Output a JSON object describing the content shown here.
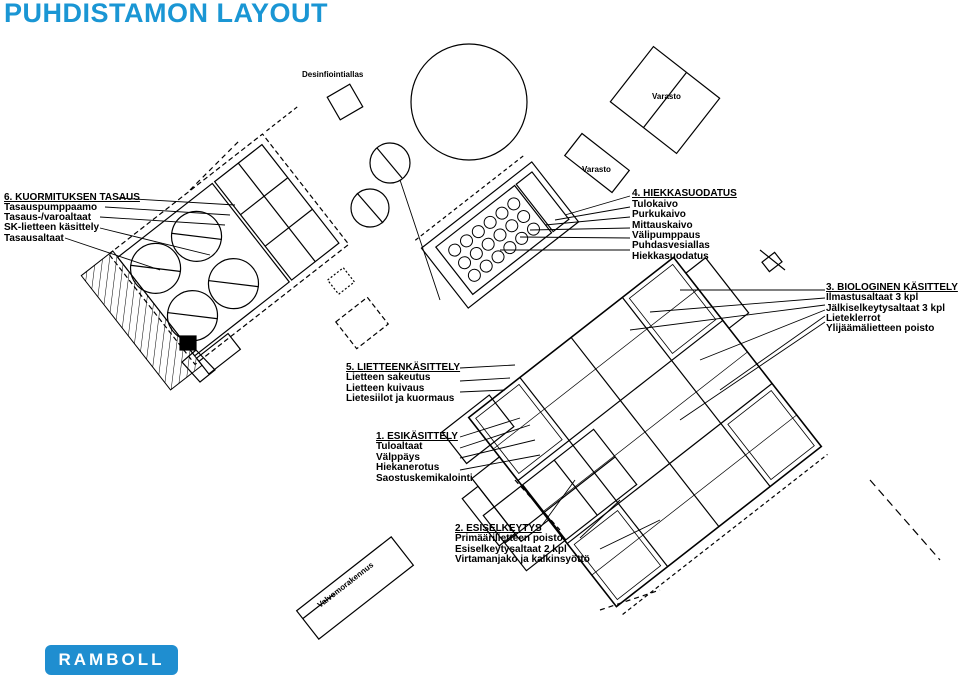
{
  "title": "PUHDISTAMON LAYOUT",
  "logo": "RAMBOLL",
  "labels": {
    "desinfiointiallas": "Desinfiointiallas",
    "varasto_top": "Varasto",
    "varasto_mid": "Varasto",
    "valvomorakennus": "Valvomorakennus"
  },
  "groups": {
    "g6": {
      "heading": "6. KUORMITUKSEN TASAUS",
      "items": [
        "Tasauspumppaamo",
        "Tasaus-/varoaltaat",
        "SK-lietteen käsittely",
        "Tasausaltaat"
      ]
    },
    "g4": {
      "heading": "4. HIEKKASUODATUS",
      "items": [
        "Tulokaivo",
        "Purkukaivo",
        "Mittauskaivo",
        "Välipumppaus",
        "Puhdasvesiallas",
        "Hiekkasuodatus"
      ]
    },
    "g3": {
      "heading": "3. BIOLOGINEN KÄSITTELY",
      "items": [
        "Ilmastusaltaat 3 kpl",
        "Jälkiselkeytysaltaat 3 kpl",
        "Lieteklerrot",
        "Ylijäämälietteen poisto"
      ]
    },
    "g5": {
      "heading": "5. LIETTEENKÄSITTELY",
      "items": [
        "Lietteen sakeutus",
        "Lietteen kuivaus",
        "Lietesiilot ja kuormaus"
      ]
    },
    "g1": {
      "heading": "1. ESIKÄSITTELY",
      "items": [
        "Tuloaltaat",
        "Välppäys",
        "Hiekanerotus",
        "Saostuskemikalointi"
      ]
    },
    "g2": {
      "heading": "2. ESISELKEYTYS",
      "items": [
        "Primäärilietteen poisto",
        "Esiselkeytysaltaat 2 kpl",
        "Virtamanjako ja kalkinsyöttö"
      ]
    }
  }
}
